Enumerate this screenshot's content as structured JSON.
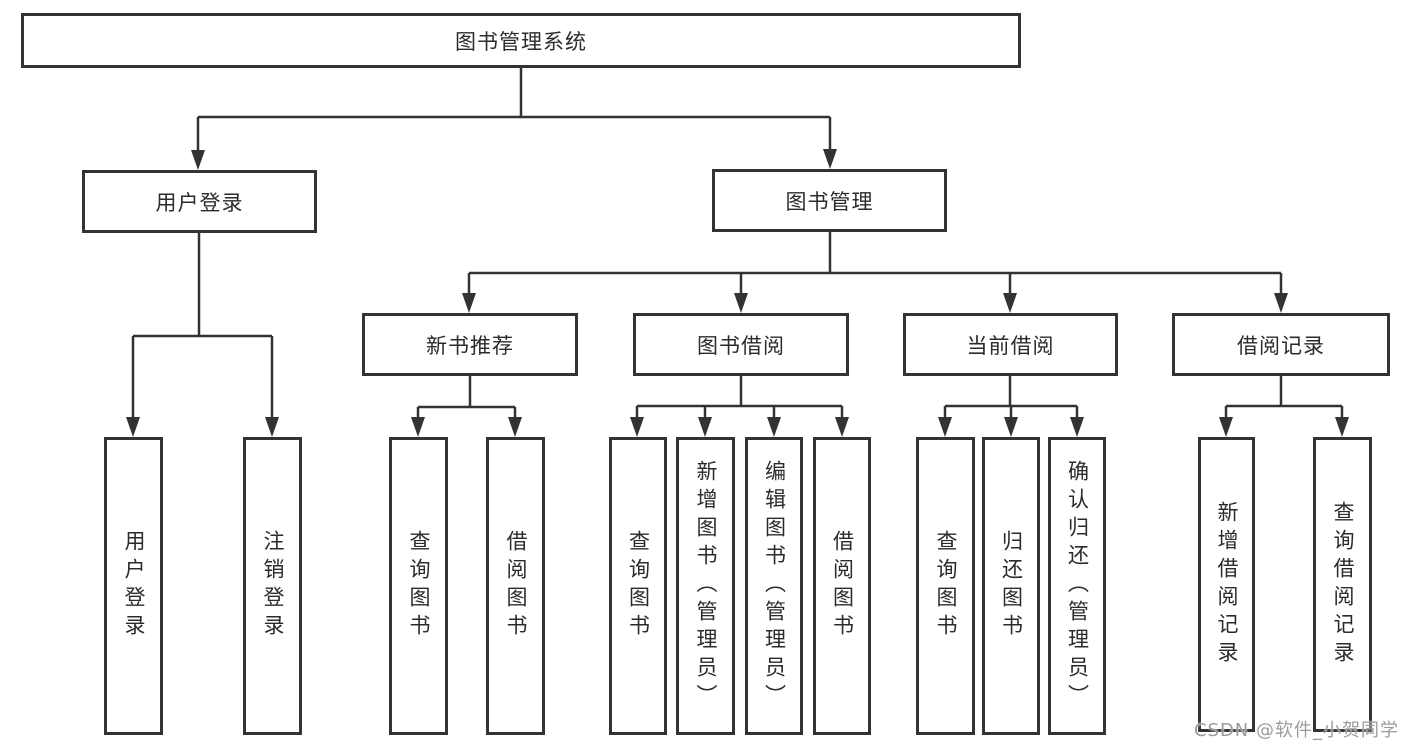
{
  "colors": {
    "line": "#333333",
    "box_border": "#333333",
    "box_background": "#ffffff",
    "text": "#2b2b2b",
    "watermark": "#9b9b9b"
  },
  "nodes": {
    "root": "图书管理系统",
    "user_login": "用户登录",
    "book_management": "图书管理",
    "new_book_recommend": "新书推荐",
    "book_borrowing": "图书借阅",
    "current_borrowing": "当前借阅",
    "borrowing_records": "借阅记录",
    "leaf_user_login": "用户登录",
    "leaf_logout": "注销登录",
    "leaf_nb_query_books": "查询图书",
    "leaf_nb_borrow_books": "借阅图书",
    "leaf_bb_query_books": "查询图书",
    "leaf_bb_add_books_admin": "新增图书（管理员）",
    "leaf_bb_edit_books_admin": "编辑图书（管理员）",
    "leaf_bb_borrow_books": "借阅图书",
    "leaf_cb_query_books": "查询图书",
    "leaf_cb_return_books": "归还图书",
    "leaf_cb_confirm_return_admin": "确认归还（管理员）",
    "leaf_br_add_record": "新增借阅记录",
    "leaf_br_query_record": "查询借阅记录"
  },
  "watermark": "CSDN @软件_小贺同学"
}
